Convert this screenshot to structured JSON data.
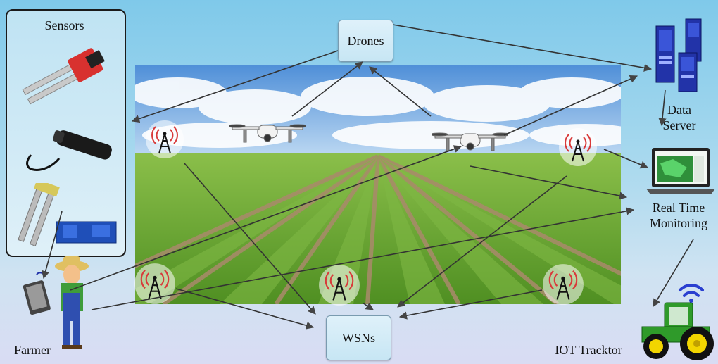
{
  "labels": {
    "sensors": "Sensors",
    "drones": "Drones",
    "data_server": "Data\nServer",
    "real_time_monitoring": "Real Time\nMonitoring",
    "farmer": "Farmer",
    "wsns": "WSNs",
    "iot_tractor": "IOT Tracktor"
  },
  "colors": {
    "sky": "#7fc9ea",
    "crop_green": "#6ea638",
    "soil": "#a98a6b",
    "signal_red": "#d83a3a",
    "tractor_green": "#2f9a2a",
    "tractor_yellow": "#f2d500",
    "server_blue": "#2233a8"
  },
  "icons": [
    "soil-moisture-sensor-icon",
    "probe-sensor-icon",
    "relay-sensor-icon",
    "drone-icon",
    "antenna-tower-icon",
    "server-icon",
    "laptop-icon",
    "farmer-icon",
    "tractor-icon",
    "wifi-icon"
  ]
}
